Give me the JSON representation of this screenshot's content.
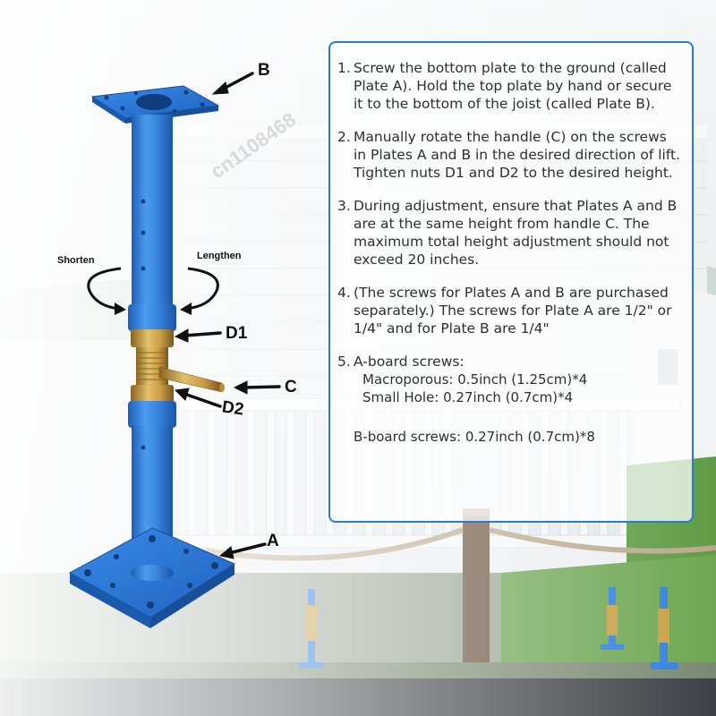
{
  "labels": {
    "B": "B",
    "A": "A",
    "C": "C",
    "D1": "D1",
    "D2": "D2",
    "shorten": "Shorten",
    "lengthen": "Lengthen"
  },
  "watermark": "cn1108468",
  "steps": [
    {
      "num": "1.",
      "text": "Screw the bottom plate to the ground (called Plate A). Hold the top plate by hand or secure it to the bottom of the joist (called Plate B)."
    },
    {
      "num": "2.",
      "text": "Manually rotate the handle (C) on the screws in Plates A and B in the desired direction of lift. Tighten nuts D1 and D2 to the desired height."
    },
    {
      "num": "3.",
      "text": "During adjustment, ensure that Plates A and B are at the same height from handle C. The maximum total height adjustment should not exceed 20 inches."
    },
    {
      "num": "4.",
      "text": "(The screws for Plates A and B are purchased separately.) The screws for Plate A are 1/2\" or 1/4\" and for Plate B are 1/4\""
    },
    {
      "num": "5.",
      "text": "A-board screws:"
    }
  ],
  "a_board": {
    "macroporous": "Macroporous: 0.5inch (1.25cm)*4",
    "small_hole": "Small Hole: 0.27inch (0.7cm)*4"
  },
  "b_board": "B-board screws: 0.27inch (0.7cm)*8",
  "colors": {
    "accent": "#2a7bd0",
    "jack_blue": "#2f7fe0",
    "brass": "#c9a044"
  }
}
